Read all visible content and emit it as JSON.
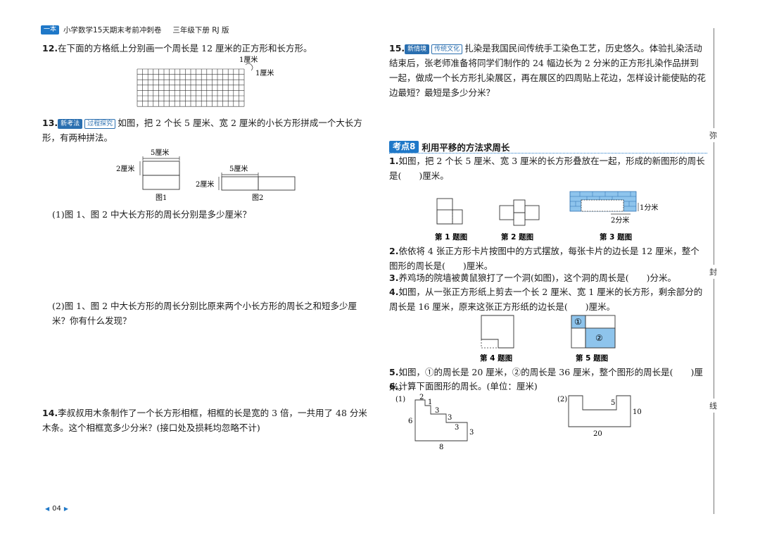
{
  "header": {
    "badge": "一本",
    "title": "小学数学15天期末考前冲刺卷",
    "grade": "三年级下册 RJ 版"
  },
  "left": {
    "q12": {
      "num": "12.",
      "text": "在下面的方格纸上分别画一个周长是 12 厘米的正方形和长方形。",
      "unit1": "1厘米",
      "unit2": "1厘米"
    },
    "q13": {
      "num": "13.",
      "tags": [
        "新考法",
        "过程探究"
      ],
      "text": "如图，把 2 个长 5 厘米、宽 2 厘米的小长方形拼成一个大长方形，有两种拼法。",
      "fig1": {
        "top": "5厘米",
        "side": "2厘米",
        "caption": "图1"
      },
      "fig2": {
        "top": "5厘米",
        "side": "2厘米",
        "caption": "图2"
      },
      "sub1": "(1)图 1、图 2 中大长方形的周长分别是多少厘米？",
      "sub2": "(2)图 1、图 2 中大长方形的周长分别比原来两个小长方形的周长之和短多少厘米？你有什么发现？"
    },
    "q14": {
      "num": "14.",
      "text": "李叔叔用木条制作了一个长方形相框，相框的长是宽的 3 倍，一共用了 48 分米木条。这个相框宽多少分米？(接口处及损耗均忽略不计)"
    },
    "page_number": "04"
  },
  "right": {
    "q15": {
      "num": "15.",
      "tags": [
        "新情境",
        "传统文化"
      ],
      "text": "扎染是我国民间传统手工染色工艺，历史悠久。体验扎染活动结束后，张老师准备将同学们制作的 24 幅边长为 2 分米的正方形扎染作品拼到一起，做成一个长方形扎染展区，再在展区的四周贴上花边，怎样设计能使贴的花边最短？最短是多少分米？"
    },
    "section": {
      "badge": "考点8",
      "title": "利用平移的方法求周长"
    },
    "s1": {
      "num": "1.",
      "text": "如图，把 2 个长 5 厘米、宽 3 厘米的长方形叠放在一起，形成的新图形的周长是(　　)厘米。"
    },
    "fig_row1": {
      "cap1": "第 1 题图",
      "cap2": "第 2 题图",
      "cap3": "第 3 题图",
      "label1": "1分米",
      "label2": "2分米"
    },
    "s2": {
      "num": "2.",
      "text": "依依将 4 张正方形卡片按图中的方式摆放，每张卡片的边长是 12 厘米，整个图形的周长是(　　)厘米。"
    },
    "s3": {
      "num": "3.",
      "text": "养鸡场的院墙被黄鼠狼打了一个洞(如图)，这个洞的周长是(　　)分米。"
    },
    "s4": {
      "num": "4.",
      "text": "如图，从一张正方形纸上剪去一个长 2 厘米、宽 1 厘米的长方形，剩余部分的周长是 16 厘米，原来这张正方形纸的边长是(　　)厘米。"
    },
    "fig_row2": {
      "cap4": "第 4 题图",
      "cap5": "第 5 题图",
      "mark1": "①",
      "mark2": "②"
    },
    "s5": {
      "num": "5.",
      "text": "如图，①的周长是 20 厘米，②的周长是 36 厘米，整个图形的周长是(　　)厘米。"
    },
    "s6": {
      "num": "6.",
      "text": "计算下面图形的周长。(单位：厘米)"
    },
    "fig6a": {
      "label": "(1)",
      "n2": "2",
      "n1": "1",
      "n3a": "3",
      "n3b": "3",
      "n3c": "3",
      "n6": "6",
      "n8": "8"
    },
    "fig6b": {
      "label": "(2)",
      "n5": "5",
      "n10": "10",
      "n20": "20"
    }
  },
  "binding": {
    "c1": "弥",
    "c2": "封",
    "c3": "线"
  },
  "colors": {
    "accent": "#1f78c8",
    "fill": "#8ec4ec"
  }
}
